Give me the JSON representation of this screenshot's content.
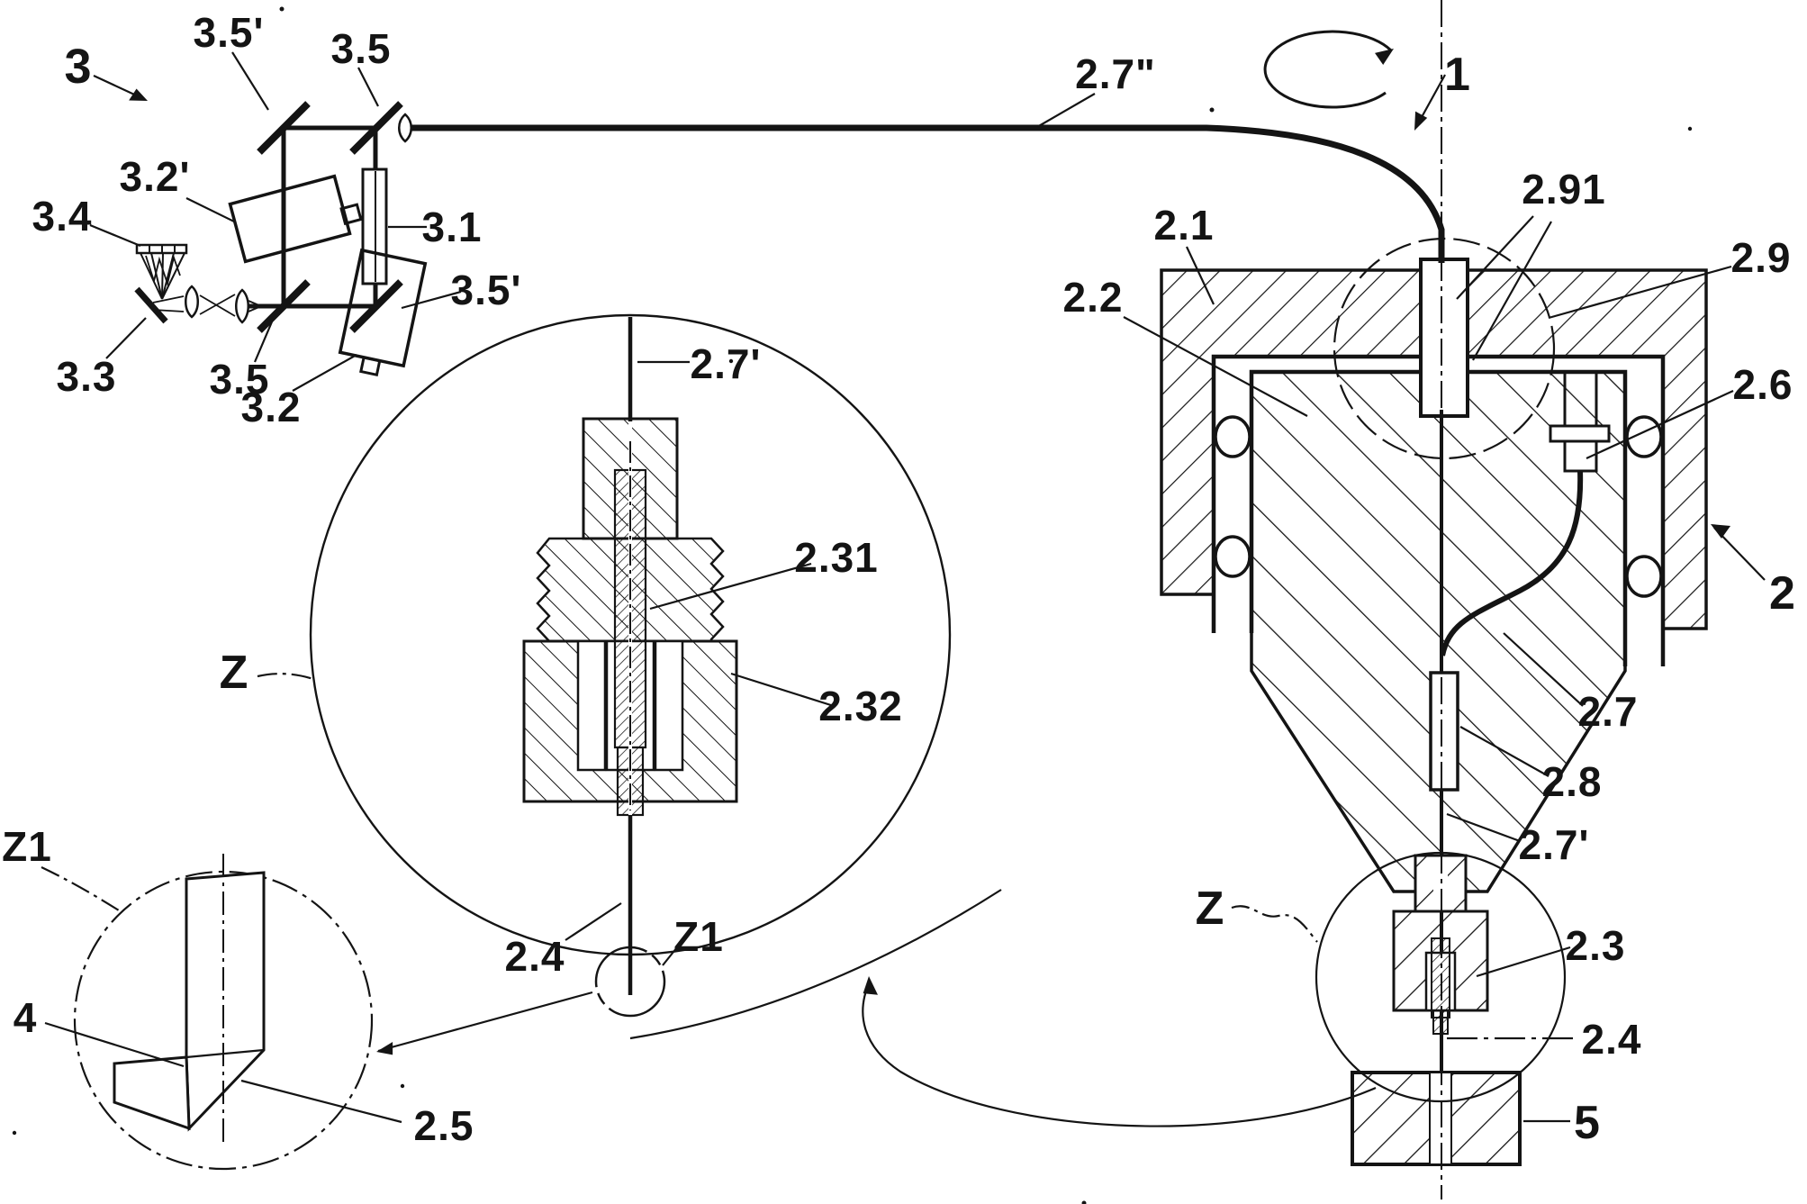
{
  "figure": {
    "type": "patent-style technical line drawing (laser wire-bonder with fiber feed)",
    "background_color": "#ffffff",
    "ink_color": "#141414",
    "labels": {
      "ref_3": "3",
      "ref_35_top": "3.5",
      "ref_35p_top": "3.5'",
      "ref_27dd": "2.7\"",
      "ref_1": "1",
      "ref_291": "2.91",
      "ref_29": "2.9",
      "ref_21": "2.1",
      "ref_22": "2.2",
      "ref_26": "2.6",
      "ref_2": "2",
      "ref_31": "3.1",
      "ref_35p_right": "3.5'",
      "ref_32p": "3.2'",
      "ref_34": "3.4",
      "ref_33": "3.3",
      "ref_35_bottom": "3.5",
      "ref_32": "3.2",
      "ref_27p_mid": "2.7'",
      "ref_z_left": "Z",
      "ref_231": "2.31",
      "ref_232": "2.32",
      "ref_24_left": "2.4",
      "ref_z1_mid": "Z1",
      "ref_z1_left": "Z1",
      "ref_4": "4",
      "ref_25": "2.5",
      "ref_27_right": "2.7",
      "ref_28": "2.8",
      "ref_27p_right": "2.7'",
      "ref_z_right": "Z",
      "ref_23": "2.3",
      "ref_24_right": "2.4",
      "ref_5": "5"
    }
  }
}
